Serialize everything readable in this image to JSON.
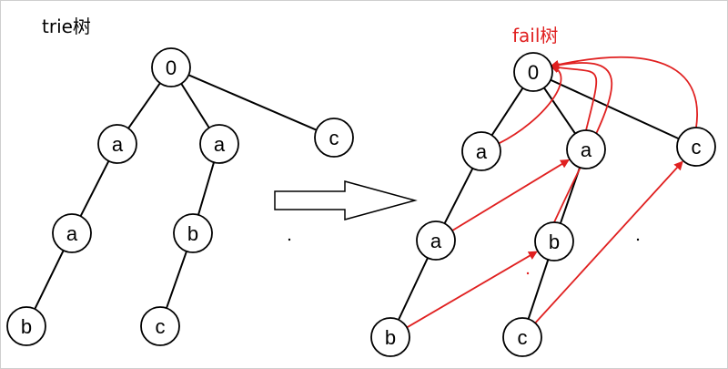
{
  "colors": {
    "edge": "#000000",
    "node_stroke": "#000000",
    "node_fill": "#ffffff",
    "fail_arrow": "#e02020",
    "title_left": "#000000",
    "title_right": "#e02020"
  },
  "trie": {
    "title": "trie树",
    "nodes": [
      {
        "id": "r",
        "label": "0"
      },
      {
        "id": "a1",
        "label": "a"
      },
      {
        "id": "a2",
        "label": "a"
      },
      {
        "id": "c1",
        "label": "c"
      },
      {
        "id": "a3",
        "label": "a"
      },
      {
        "id": "b1",
        "label": "b"
      },
      {
        "id": "b2",
        "label": "b"
      },
      {
        "id": "c2",
        "label": "c"
      }
    ],
    "edges": [
      [
        "r",
        "a1"
      ],
      [
        "r",
        "a2"
      ],
      [
        "r",
        "c1"
      ],
      [
        "a1",
        "a3"
      ],
      [
        "a3",
        "b2"
      ],
      [
        "a2",
        "b1"
      ],
      [
        "b1",
        "c2"
      ]
    ]
  },
  "fail": {
    "title": "fail树",
    "nodes": [
      {
        "id": "r",
        "label": "0"
      },
      {
        "id": "a1",
        "label": "a"
      },
      {
        "id": "a2",
        "label": "a"
      },
      {
        "id": "c1",
        "label": "c"
      },
      {
        "id": "a3",
        "label": "a"
      },
      {
        "id": "b1",
        "label": "b"
      },
      {
        "id": "b2",
        "label": "b"
      },
      {
        "id": "c2",
        "label": "c"
      }
    ],
    "edges": [
      [
        "r",
        "a1"
      ],
      [
        "r",
        "a2"
      ],
      [
        "r",
        "c1"
      ],
      [
        "a1",
        "a3"
      ],
      [
        "a3",
        "b2"
      ],
      [
        "a2",
        "b1"
      ],
      [
        "b1",
        "c2"
      ]
    ],
    "fail_links": [
      [
        "a1",
        "r"
      ],
      [
        "a2",
        "r"
      ],
      [
        "c1",
        "r"
      ],
      [
        "b1",
        "r"
      ],
      [
        "a3",
        "a2"
      ],
      [
        "b2",
        "b1"
      ],
      [
        "c2",
        "c1"
      ]
    ]
  },
  "transform_arrow": "right-hollow-arrow"
}
